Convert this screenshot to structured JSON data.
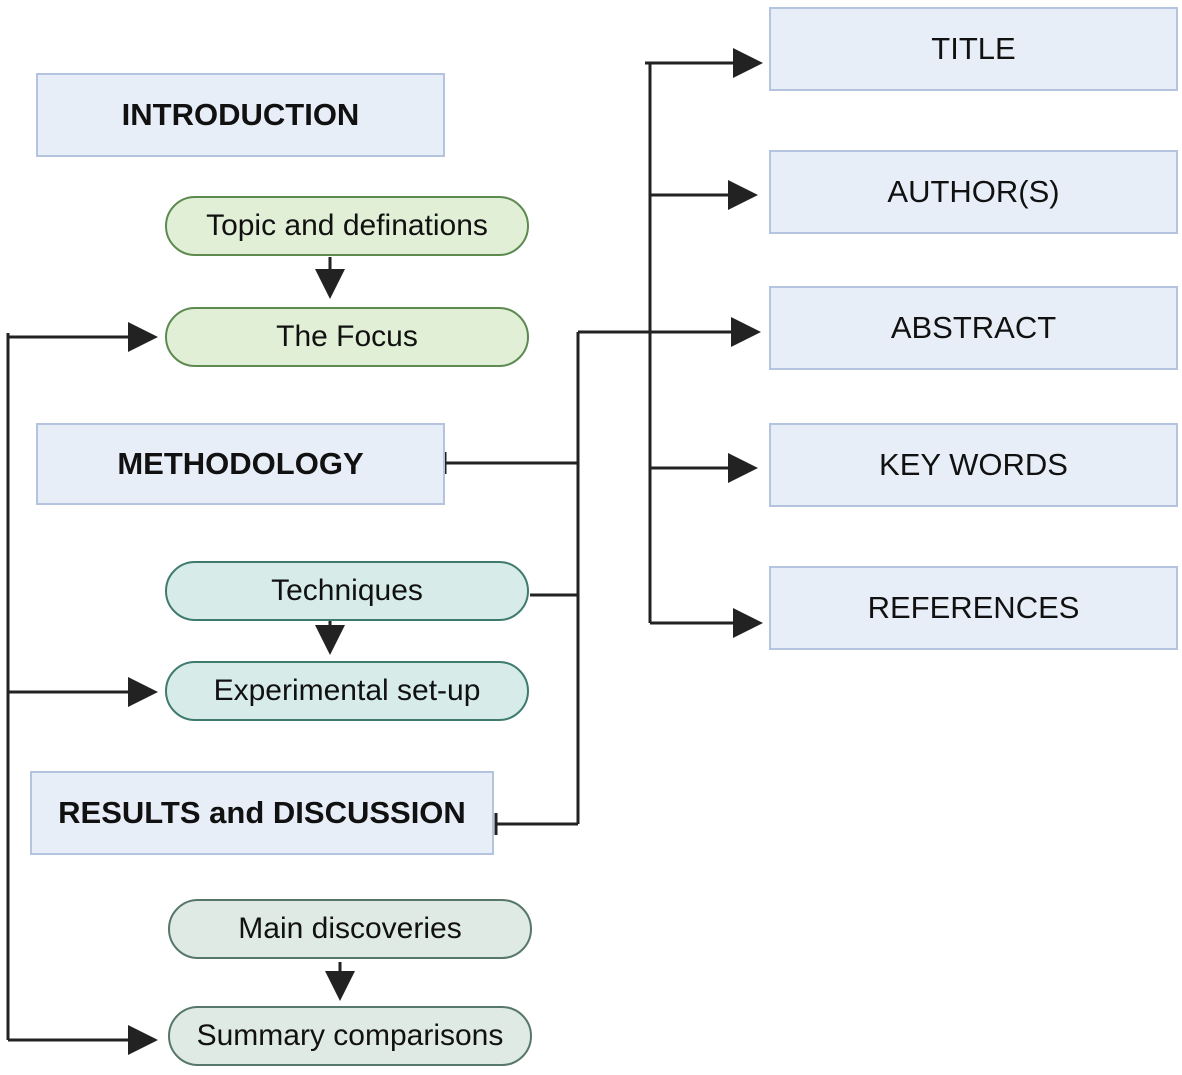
{
  "sections": {
    "introduction": "INTRODUCTION",
    "methodology": "METHODOLOGY",
    "results": "RESULTS and DISCUSSION"
  },
  "steps": {
    "topic": "Topic and definations",
    "focus": "The Focus",
    "techniques": "Techniques",
    "experimental": "Experimental set-up",
    "discoveries": "Main discoveries",
    "summary": "Summary comparisons"
  },
  "parts": {
    "title": "TITLE",
    "authors": "AUTHOR(S)",
    "abstract": "ABSTRACT",
    "keywords": "KEY WORDS",
    "references": "REFERENCES"
  },
  "colors": {
    "box_fill": "#e8eef8",
    "box_border": "#b4c4de",
    "intro_pill": "#e1efd6",
    "method_pill": "#d7ece9",
    "results_pill": "#dfeae4",
    "connector": "#222222"
  }
}
